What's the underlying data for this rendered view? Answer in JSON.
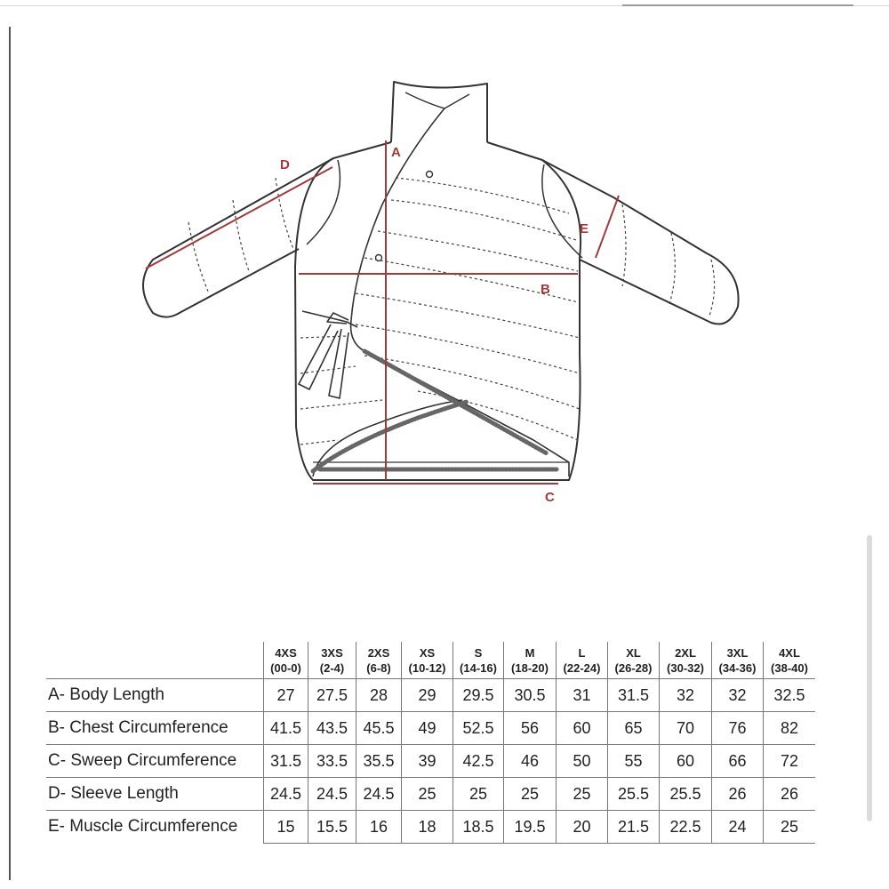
{
  "diagram": {
    "labels": {
      "a": "A",
      "b": "B",
      "c": "C",
      "d": "D",
      "e": "E"
    },
    "colors": {
      "outline": "#333333",
      "measure": "#a23a3a"
    }
  },
  "table": {
    "sizes": [
      {
        "size": "4XS",
        "range": "(00-0)"
      },
      {
        "size": "3XS",
        "range": "(2-4)"
      },
      {
        "size": "2XS",
        "range": "(6-8)"
      },
      {
        "size": "XS",
        "range": "(10-12)"
      },
      {
        "size": "S",
        "range": "(14-16)"
      },
      {
        "size": "M",
        "range": "(18-20)"
      },
      {
        "size": "L",
        "range": "(22-24)"
      },
      {
        "size": "XL",
        "range": "(26-28)"
      },
      {
        "size": "2XL",
        "range": "(30-32)"
      },
      {
        "size": "3XL",
        "range": "(34-36)"
      },
      {
        "size": "4XL",
        "range": "(38-40)"
      }
    ],
    "rows": [
      {
        "label": "A- Body Length",
        "values": [
          "27",
          "27.5",
          "28",
          "29",
          "29.5",
          "30.5",
          "31",
          "31.5",
          "32",
          "32",
          "32.5"
        ]
      },
      {
        "label": "B- Chest Circumference",
        "values": [
          "41.5",
          "43.5",
          "45.5",
          "49",
          "52.5",
          "56",
          "60",
          "65",
          "70",
          "76",
          "82"
        ]
      },
      {
        "label": "C- Sweep Circumference",
        "values": [
          "31.5",
          "33.5",
          "35.5",
          "39",
          "42.5",
          "46",
          "50",
          "55",
          "60",
          "66",
          "72"
        ]
      },
      {
        "label": "D- Sleeve Length",
        "values": [
          "24.5",
          "24.5",
          "24.5",
          "25",
          "25",
          "25",
          "25",
          "25.5",
          "25.5",
          "26",
          "26"
        ]
      },
      {
        "label": "E- Muscle Circumference",
        "values": [
          "15",
          "15.5",
          "16",
          "18",
          "18.5",
          "19.5",
          "20",
          "21.5",
          "22.5",
          "24",
          "25"
        ]
      }
    ]
  }
}
